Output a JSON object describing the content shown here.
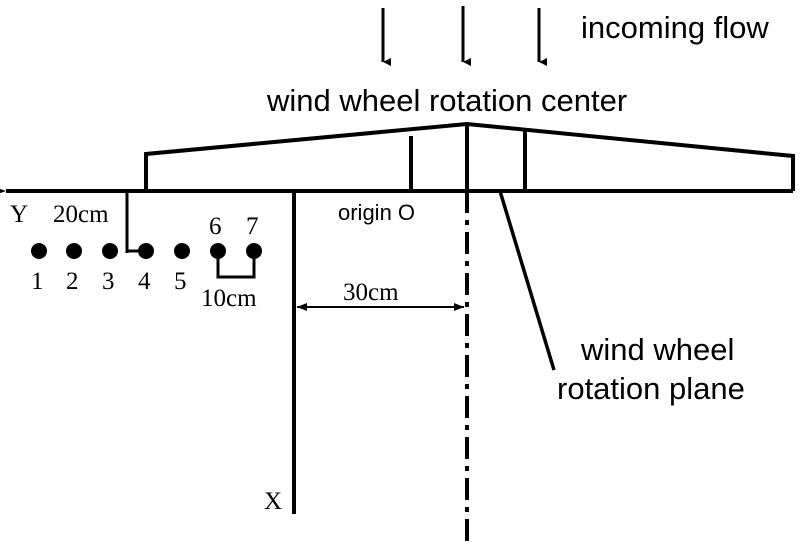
{
  "labels": {
    "incoming_flow": "incoming flow",
    "rotation_center": "wind wheel rotation center",
    "origin": "origin O",
    "axis_y": "Y",
    "axis_x": "X",
    "dim_20cm": "20cm",
    "dim_10cm": "10cm",
    "dim_30cm": "30cm",
    "rotation_plane_line1": "wind wheel",
    "rotation_plane_line2": "rotation plane"
  },
  "measurement_points": [
    "1",
    "2",
    "3",
    "4",
    "5",
    "6",
    "7"
  ]
}
